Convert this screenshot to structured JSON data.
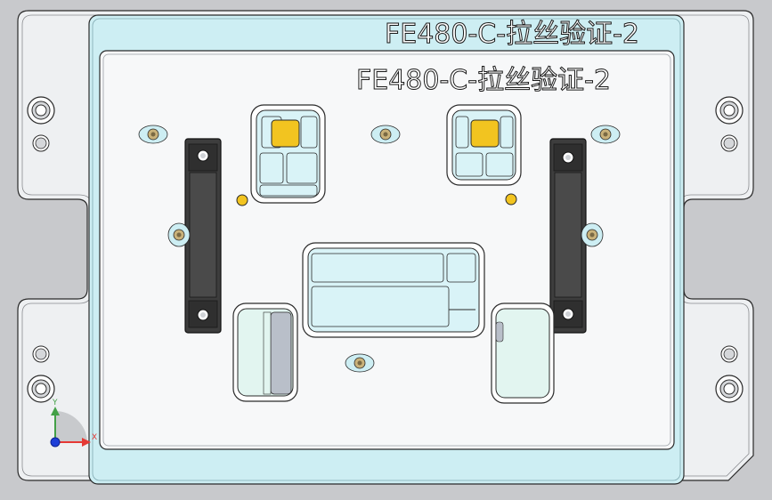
{
  "part_label_top": "FE480-C-拉丝验证-2",
  "part_label_inner": "FE480-C-拉丝验证-2",
  "triad": {
    "x_label": "X",
    "y_label": "Y"
  },
  "colors": {
    "background": "#c8c9cc",
    "base_plate": "#eef0f2",
    "top_plate": "#cdeef3",
    "inner_plate": "#f7f8f9",
    "pocket_fill": "#d9f3f7",
    "pocket_mint": "#e2f5f0",
    "clamp_bar": "#3d3d3d",
    "yellow_pad": "#f2c420",
    "outline": "#2a2a2a",
    "axis_x": "#e53935",
    "axis_y": "#43a047",
    "axis_z": "#1e3fd8"
  }
}
